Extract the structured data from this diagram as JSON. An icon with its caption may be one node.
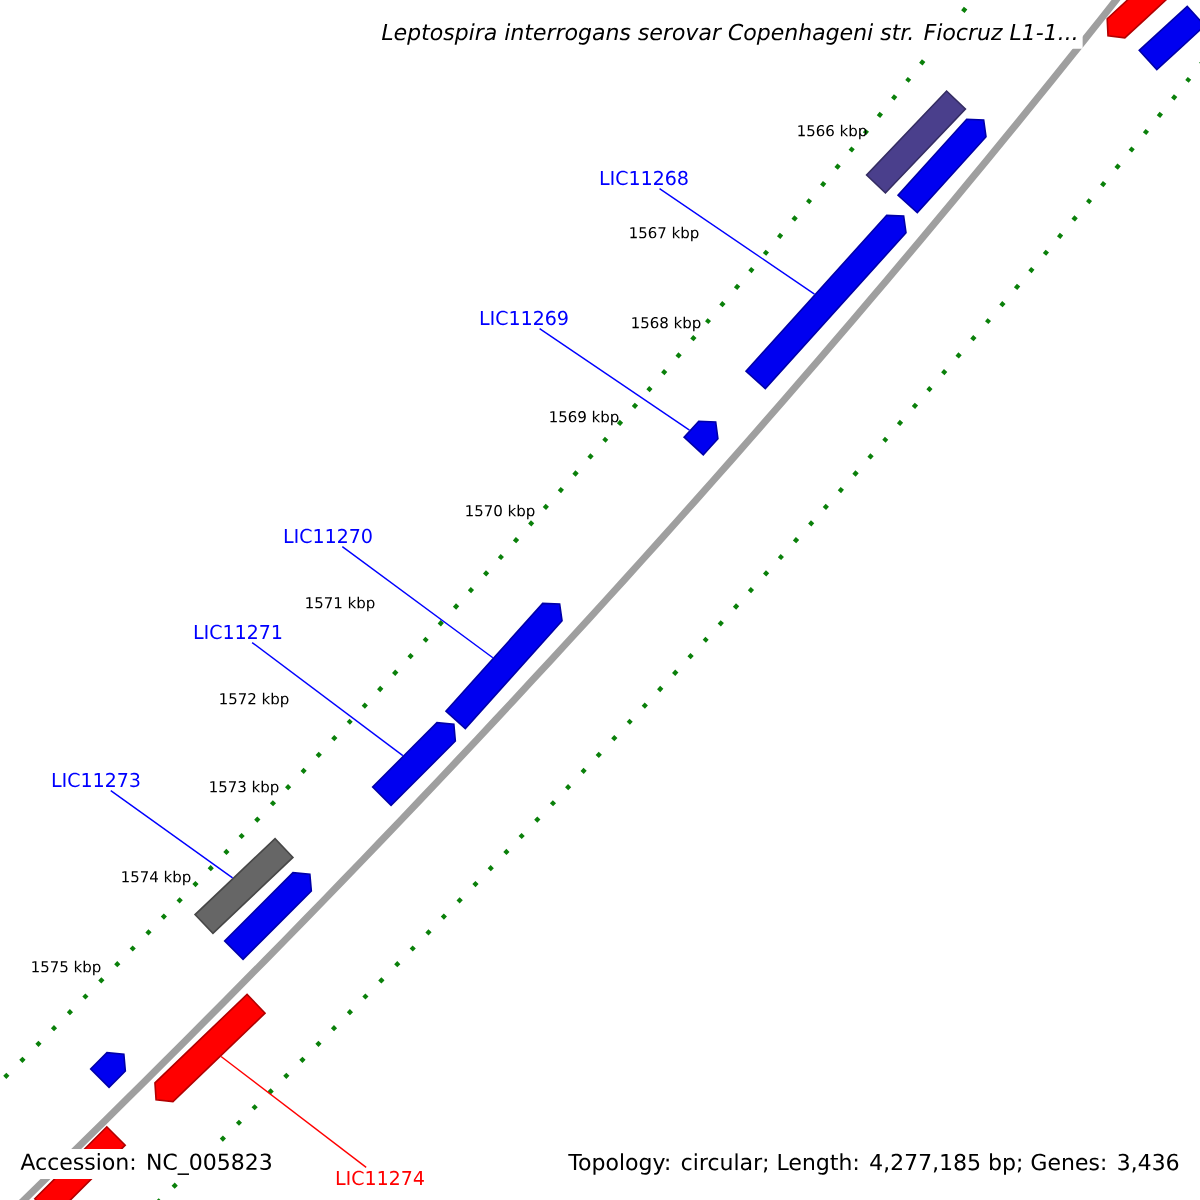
{
  "diagram": {
    "title": "Leptospira interrogans serovar Copenhageni str. Fiocruz L1-1...",
    "nodes": [
      {
        "text": [
          "LIC11268"
        ]
      },
      {
        "text": [
          "LIC11269"
        ]
      },
      {
        "text": [
          "LIC11270"
        ]
      },
      {
        "text": [
          "LIC11271"
        ]
      },
      {
        "text": [
          "LIC11273"
        ]
      },
      {
        "text": [
          "LIC11274"
        ]
      },
      {
        "text": [],
        "shape": "pentagon"
      },
      {
        "text": [],
        "shape": "bar"
      },
      {
        "text": [],
        "shape": "bar"
      },
      {
        "text": [],
        "shape": "pentagon"
      },
      {
        "text": [],
        "shape": "pentagon"
      },
      {
        "text": [],
        "shape": "pentagon"
      },
      {
        "text": [],
        "shape": "pentagon"
      },
      {
        "text": [],
        "shape": "pentagon"
      },
      {
        "text": [],
        "shape": "bar"
      },
      {
        "text": [],
        "shape": "pentagon"
      },
      {
        "text": [],
        "shape": "pentagon"
      },
      {
        "text": [],
        "shape": "pentagon"
      },
      {
        "text": [],
        "shape": "bar"
      }
    ],
    "edges": [
      {
        "from": 0,
        "to": 10,
        "arrow": "none"
      },
      {
        "from": 1,
        "to": 11,
        "arrow": "none"
      },
      {
        "from": 2,
        "to": 12,
        "arrow": "none"
      },
      {
        "from": 3,
        "to": 13,
        "arrow": "none"
      },
      {
        "from": 4,
        "to": 14,
        "arrow": "none"
      },
      {
        "from": 5,
        "to": 16,
        "arrow": "none",
        "color": "#ff0000"
      }
    ],
    "labels": [
      "1566 kbp",
      "1567 kbp",
      "1568 kbp",
      "1569 kbp",
      "1570 kbp",
      "1571 kbp",
      "1572 kbp",
      "1573 kbp",
      "1574 kbp",
      "1575 kbp",
      "Accession: NC_005823",
      "Topology: circular; Length: 4,277,185 bp; Genes: 3,436"
    ]
  }
}
